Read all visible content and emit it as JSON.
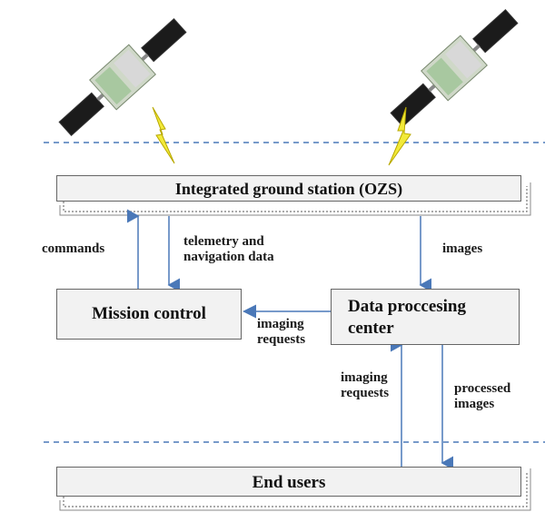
{
  "ground_station": {
    "label": "Integrated ground station (OZS)"
  },
  "mission_control": {
    "label": "Mission control"
  },
  "data_center": {
    "label_line1": "Data proccesing",
    "label_line2": "center"
  },
  "end_users": {
    "label": "End users"
  },
  "edges": {
    "commands": "commands",
    "telemetry_line1": "telemetry and",
    "telemetry_line2": "navigation data",
    "images": "images",
    "imaging_requests_1_line1": "imaging",
    "imaging_requests_1_line2": "requests",
    "imaging_requests_2_line1": "imaging",
    "imaging_requests_2_line2": "requests",
    "processed_line1": "processed",
    "processed_line2": "images"
  },
  "colors": {
    "arrow": "#4a78b8",
    "dashed_separator": "#4a78b8",
    "box_fill": "#f2f2f2",
    "box_border": "#666666",
    "lightning": "#f2ea3a"
  },
  "icons": [
    "satellite-icon-left",
    "satellite-icon-right",
    "lightning-bolt-icon"
  ]
}
